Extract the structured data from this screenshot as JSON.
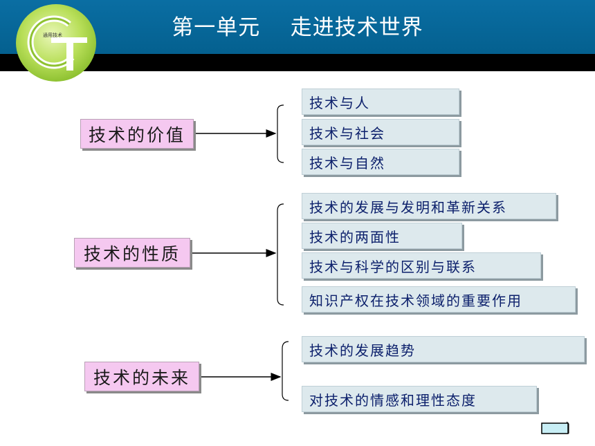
{
  "slide": {
    "title": "第一单元    走进技术世界",
    "logo_text": "通用技术"
  },
  "groups": [
    {
      "topic": "技术的价值",
      "items": [
        "技术与人",
        "技术与社会",
        "技术与自然"
      ]
    },
    {
      "topic": "技术的性质",
      "items": [
        "技术的发展与发明和革新关系",
        "技术的两面性",
        "技术与科学的区别与联系",
        "知识产权在技术领域的重要作用"
      ]
    },
    {
      "topic": "技术的未来",
      "items": [
        "技术的发展趋势",
        "对技术的情感和理性态度"
      ]
    }
  ],
  "colors": {
    "header": "#04608f",
    "topic_fill": "#f5c8f0",
    "item_fill": "#dde9ed",
    "item_text": "#0b1f6b",
    "logo_green": "#9ccb3b"
  },
  "icons": {
    "logo": "gt-logo-icon",
    "nav": "return-button-icon"
  }
}
